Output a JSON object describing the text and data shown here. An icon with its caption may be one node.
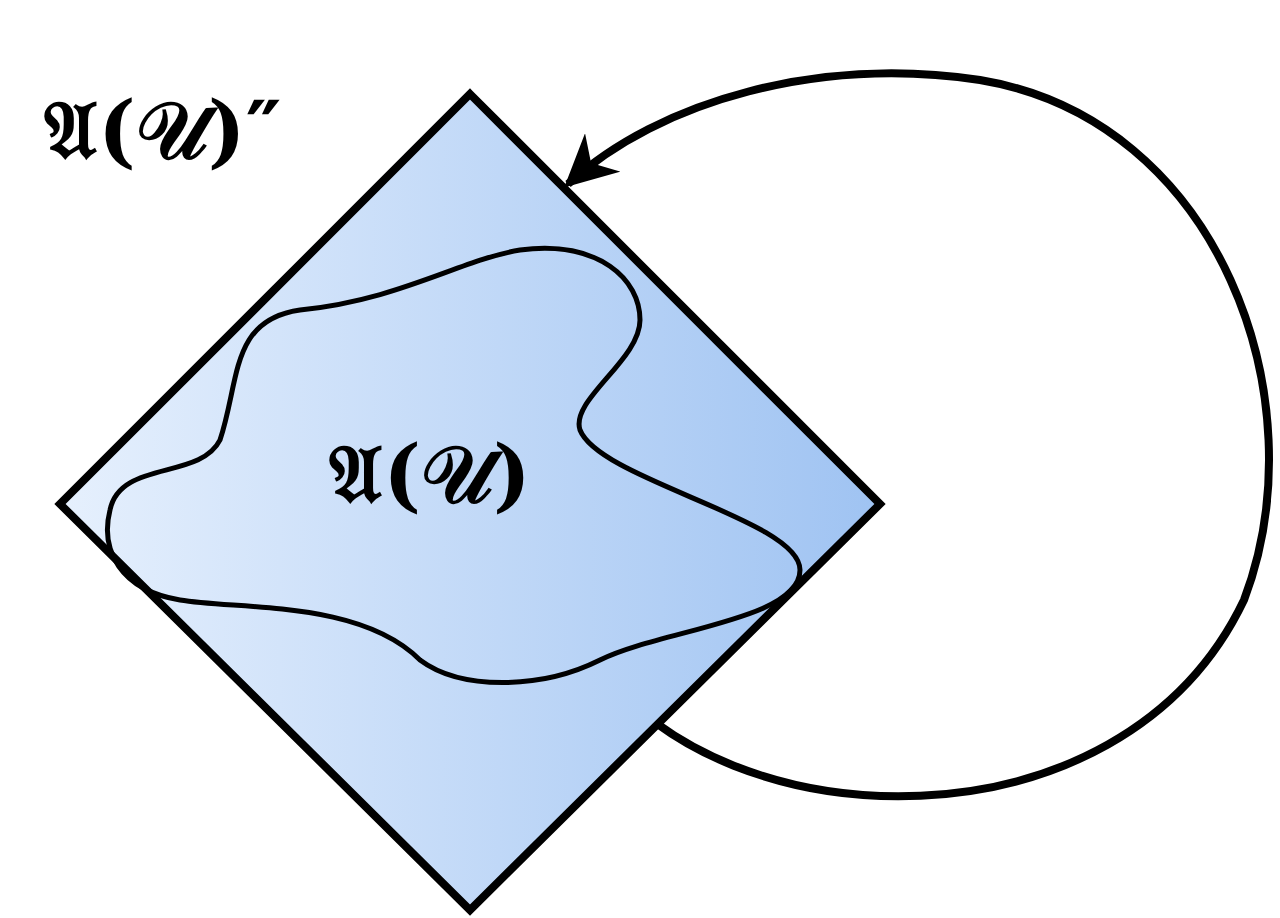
{
  "diagram": {
    "nodes": [
      {
        "text": [
          "𝔄(𝒰)″"
        ]
      },
      {
        "text": [
          "𝔄(𝒰)"
        ],
        "in": 0
      }
    ],
    "edges": [
      {
        "from": 1,
        "to": 0,
        "arrow": "to"
      }
    ]
  }
}
